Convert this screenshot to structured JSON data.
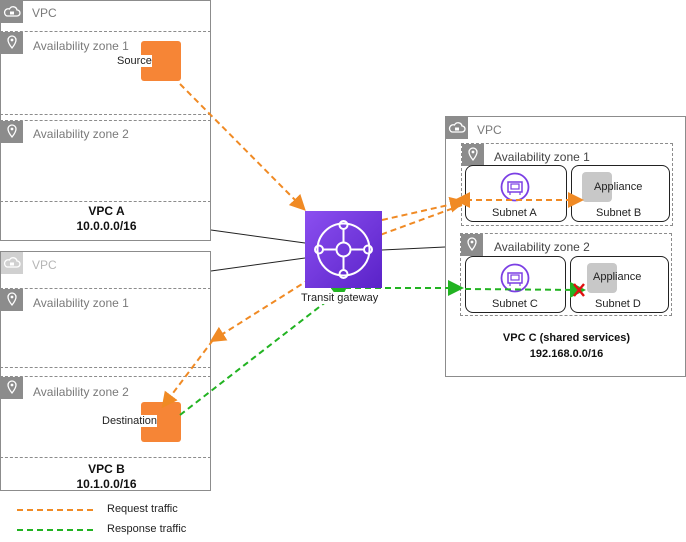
{
  "colors": {
    "request": "#f08a24",
    "response": "#22b322",
    "gateway": "#7b3fe4",
    "box_orange": "#f68536",
    "vpc_border": "#8c8c8c",
    "blocked_x": "#e01010"
  },
  "vpc_a": {
    "vpc_label": "VPC",
    "az1_label": "Availability zone 1",
    "az2_label": "Availability zone 2",
    "source_label": "Source",
    "name": "VPC A",
    "cidr": "10.0.0.0/16"
  },
  "vpc_b": {
    "vpc_label": "VPC",
    "az1_label": "Availability zone 1",
    "az2_label": "Availability zone 2",
    "destination_label": "Destination",
    "name": "VPC B",
    "cidr": "10.1.0.0/16"
  },
  "vpc_c": {
    "vpc_label": "VPC",
    "az1_label": "Availability zone 1",
    "az2_label": "Availability zone 2",
    "subnet_a": "Subnet A",
    "subnet_b": "Subnet B",
    "subnet_c": "Subnet C",
    "subnet_d": "Subnet D",
    "appliance_b": "Appliance",
    "appliance_d": "Appliance",
    "name": "VPC C (shared services)",
    "cidr": "192.168.0.0/16"
  },
  "gateway": {
    "label": "Transit gateway",
    "icon": "transit-gateway-icon"
  },
  "legend": {
    "request": "Request traffic",
    "response": "Response traffic"
  },
  "icons": {
    "vpc": "cloud-lock-icon",
    "az": "location-pin-icon",
    "eni": "network-interface-icon",
    "blocked": "x-mark-icon"
  }
}
